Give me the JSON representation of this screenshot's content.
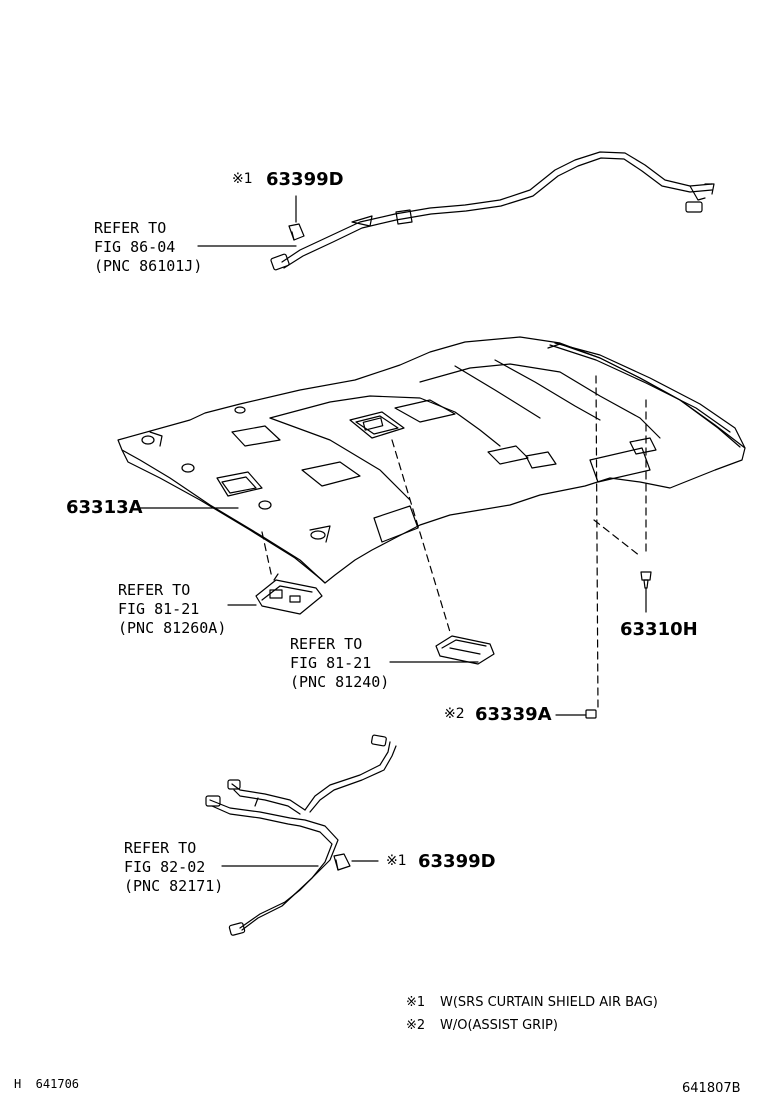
{
  "callouts": {
    "wire_top": {
      "line1": "REFER TO",
      "line2": "FIG 86-04",
      "line3": "(PNC 86101J)"
    },
    "lamp_left": {
      "line1": "REFER TO",
      "line2": "FIG 81-21",
      "line3": "(PNC 81260A)"
    },
    "lamp_center": {
      "line1": "REFER TO",
      "line2": "FIG 81-21",
      "line3": "(PNC 81240)"
    },
    "wire_bottom": {
      "line1": "REFER TO",
      "line2": "FIG 82-02",
      "line3": "(PNC 82171)"
    }
  },
  "parts": {
    "clip_top": {
      "mark": "※1",
      "number": "63399D"
    },
    "headliner": {
      "number": "63313A"
    },
    "fastener": {
      "number": "63310H"
    },
    "plug": {
      "mark": "※2",
      "number": "63339A"
    },
    "clip_bottom": {
      "mark": "※1",
      "number": "63399D"
    }
  },
  "notes": [
    {
      "mark": "※1",
      "text": "W(SRS CURTAIN SHIELD AIR BAG)"
    },
    {
      "mark": "※2",
      "text": "W/O(ASSIST GRIP)"
    }
  ],
  "footer": {
    "left": "H  641706",
    "right": "641807B"
  }
}
